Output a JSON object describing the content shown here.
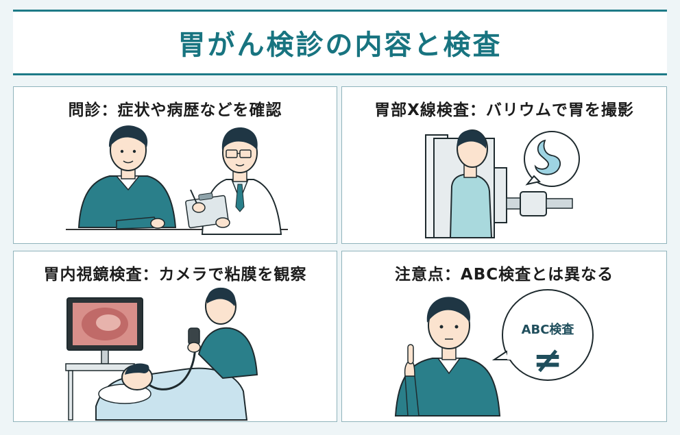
{
  "header": {
    "title": "胃がん検診の内容と検査"
  },
  "panels": [
    {
      "title": "問診：症状や病歴などを確認"
    },
    {
      "title": "胃部X線検査：バリウムで胃を撮影"
    },
    {
      "title": "胃内視鏡検査：カメラで粘膜を観察"
    },
    {
      "title": "注意点：ABC検査とは異なる",
      "bubble_label": "ABC検査",
      "bubble_symbol": "≠"
    }
  ],
  "colors": {
    "accent": "#1d7a87",
    "sweater": "#2a7f8a",
    "skin": "#fbe3cf",
    "border": "#8fb3bb"
  },
  "icons": [
    "stomach-icon",
    "not-equal-icon"
  ]
}
